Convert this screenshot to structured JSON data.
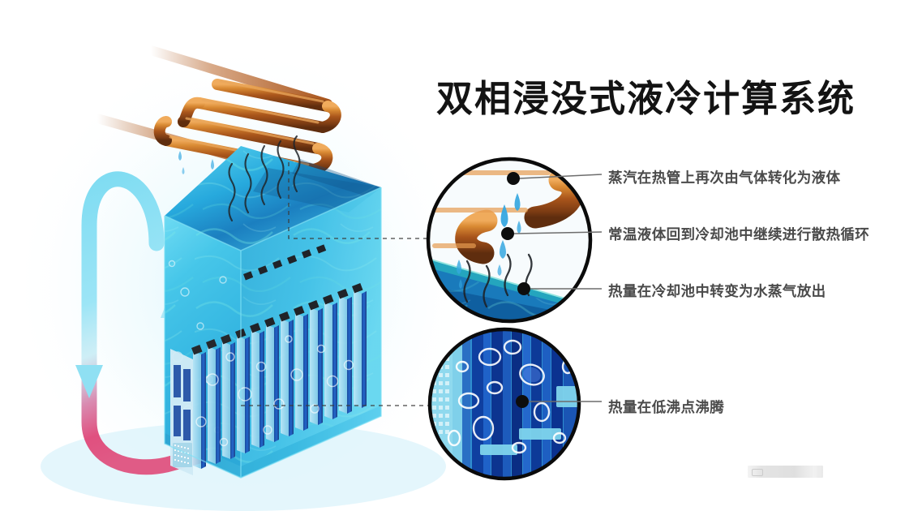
{
  "title": "双相浸没式液冷计算系统",
  "annotations": [
    {
      "id": "vapor-condenses-on-heatpipe",
      "text": "蒸汽在热管上再次由气体转化为液体"
    },
    {
      "id": "liquid-returns-to-pool",
      "text": "常温液体回到冷却池中继续进行散热循环"
    },
    {
      "id": "heat-becomes-vapor",
      "text": "热量在冷却池中转变为水蒸气放出"
    },
    {
      "id": "boiling-at-low-boiling-point",
      "text": "热量在低沸点沸腾"
    }
  ],
  "diagram": {
    "type": "two-phase immersion liquid cooling system cutaway illustration",
    "main_elements": [
      "copper serpentine condenser coil",
      "immersion tank filled with dielectric coolant",
      "submerged server blades",
      "rising vapor wisps",
      "condensate droplets",
      "coolant circulation loop arrow"
    ],
    "callouts": [
      {
        "name": "condenser-detail-circle",
        "content": "copper heat pipes with condensing droplets above coolant surface"
      },
      {
        "name": "server-detail-circle",
        "content": "submerged server boards with boiling bubbles"
      }
    ]
  },
  "colors": {
    "copper": "#a9551b",
    "copper_light": "#d7832c",
    "copper_dark": "#733713",
    "tank_front": "#3fc4e8",
    "tank_top": "#2fb7dd",
    "tank_side": "#1e9fce",
    "water_deep": "#0c63a8",
    "arrow_cool": "#8fe0f3",
    "arrow_hot": "#e0507f",
    "title_text": "#131313",
    "anno_text": "#4a4a4a",
    "leader_line": "#6d6d6d",
    "circle_border": "#0b0b0b"
  },
  "watermark": {
    "visible": true,
    "text": ""
  }
}
